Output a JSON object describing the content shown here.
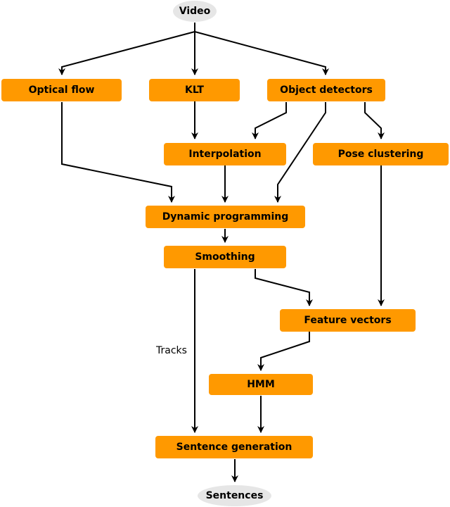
{
  "nodes": {
    "video": "Video",
    "optical_flow": "Optical flow",
    "klt": "KLT",
    "object_detectors": "Object detectors",
    "interpolation": "Interpolation",
    "pose_clustering": "Pose clustering",
    "dynamic_programming": "Dynamic programming",
    "smoothing": "Smoothing",
    "feature_vectors": "Feature vectors",
    "hmm": "HMM",
    "sentence_generation": "Sentence generation",
    "sentences": "Sentences"
  },
  "edge_labels": {
    "tracks": "Tracks"
  },
  "colors": {
    "box": "#FF9900",
    "terminal": "#E6E6E6",
    "arrow": "#000000"
  }
}
